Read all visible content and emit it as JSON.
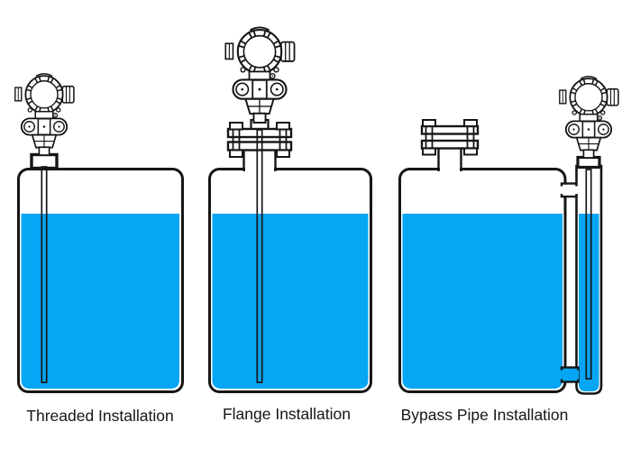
{
  "figure": {
    "colors": {
      "liquid": "#05a6f3",
      "line": "#161616",
      "background": "#ffffff"
    },
    "diagrams": [
      {
        "id": "threaded",
        "label": "Threaded Installation",
        "icon": "level-transmitter-icon"
      },
      {
        "id": "flange",
        "label": "Flange Installation",
        "icon": "level-transmitter-icon"
      },
      {
        "id": "bypass",
        "label": "Bypass Pipe Installation",
        "icon": "level-transmitter-icon"
      }
    ]
  }
}
